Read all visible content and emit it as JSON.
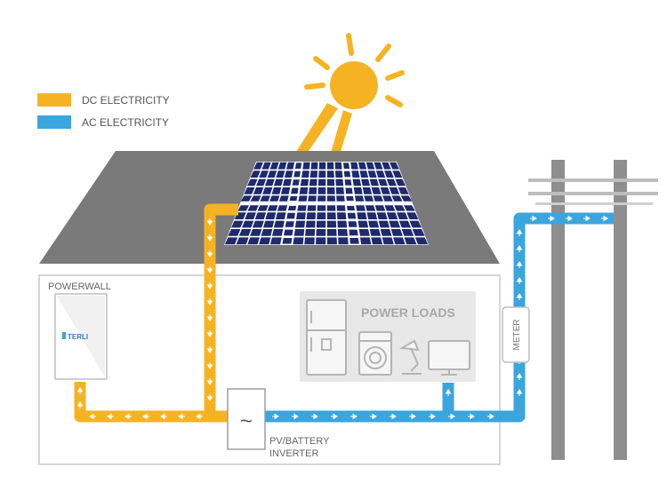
{
  "legend": {
    "dc": {
      "label": "DC ELECTRICITY",
      "color": "#F5B324"
    },
    "ac": {
      "label": "AC ELECTRICITY",
      "color": "#3BA5DD"
    }
  },
  "labels": {
    "powerwall": "POWERWALL",
    "powerwall_brand": "TERLI",
    "power_loads": "POWER LOADS",
    "inverter_line1": "PV/BATTERY",
    "inverter_line2": "INVERTER",
    "inverter_symbol": "~",
    "meter": "METER"
  },
  "colors": {
    "roof": "#7A7A7A",
    "house_outline": "#C9C9C9",
    "loads_panel": "#E8E8E8",
    "appliance": "#B5B5B5",
    "solar_cell": "#1F2A6B",
    "pole": "#8E8E8E",
    "sun": "#F5B324"
  },
  "icons": [
    "sun-icon",
    "solar-panel-icon",
    "fridge-icon",
    "washing-machine-icon",
    "lamp-icon",
    "tv-icon",
    "power-pole-icon"
  ]
}
